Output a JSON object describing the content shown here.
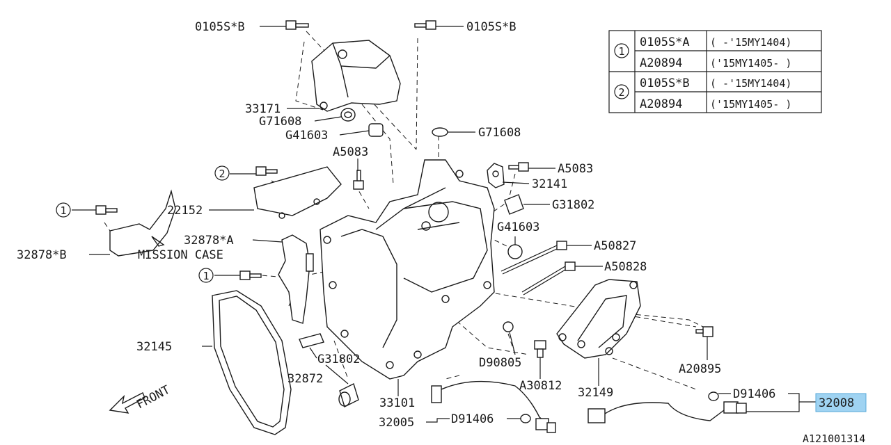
{
  "diagram_id": "A121001314",
  "labels": {
    "bolt_top_left": "0105S*B",
    "bolt_top_right": "0105S*B",
    "p33171": "33171",
    "p71608_left": "G71608",
    "p41603_left": "G41603",
    "p71608_center": "G71608",
    "a5083_left": "A5083",
    "a5083_right": "A5083",
    "p32141": "32141",
    "p31802_right": "G31802",
    "p22152": "22152",
    "p41603_right": "G41603",
    "p32878a": "32878*A",
    "a50827": "A50827",
    "p32878b": "32878*B",
    "mission_case": "MISSION CASE",
    "a50828": "A50828",
    "p32145": "32145",
    "p31802_bottom": "G31802",
    "d90805": "D90805",
    "p32872": "32872",
    "a30812": "A30812",
    "p32149": "32149",
    "a20895": "A20895",
    "p33101": "33101",
    "d91406_right": "D91406",
    "p32008": "32008",
    "p32005": "32005",
    "d91406_bottom": "D91406",
    "front": "FRONT"
  },
  "callouts": {
    "one": "1",
    "two": "2"
  },
  "legend": {
    "rows": [
      {
        "callout": "1",
        "part": "0105S*A",
        "range": "( -'15MY1404)"
      },
      {
        "callout": "",
        "part": "A20894",
        "range": "('15MY1405- )"
      },
      {
        "callout": "2",
        "part": "0105S*B",
        "range": "( -'15MY1404)"
      },
      {
        "callout": "",
        "part": "A20894",
        "range": "('15MY1405- )"
      }
    ]
  },
  "colors": {
    "line": "#1a1a1a",
    "highlight": "#9fd3f2"
  }
}
